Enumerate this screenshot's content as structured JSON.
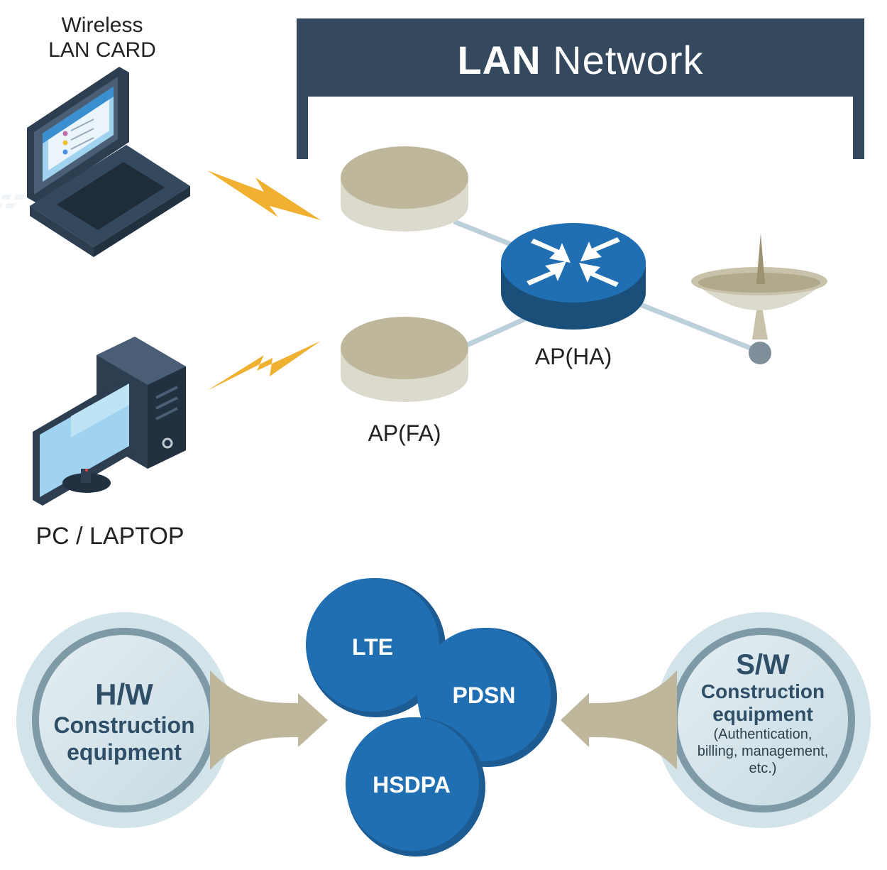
{
  "network": {
    "title_bold": "LAN",
    "title_rest": "Network"
  },
  "devices": {
    "laptop_label_line1": "Wireless",
    "laptop_label_line2": "LAN CARD",
    "pc_label": "PC / LAPTOP"
  },
  "access_points": {
    "fa_label": "AP(FA)",
    "ha_label": "AP(HA)"
  },
  "networks": [
    "LTE",
    "PDSN",
    "HSDPA"
  ],
  "hw": {
    "title": "H/W",
    "line1": "Construction",
    "line2": "equipment"
  },
  "sw": {
    "title": "S/W",
    "line1": "Construction",
    "line2": "equipment",
    "note1": "(Authentication,",
    "note2": "billing, management,",
    "note3": "etc.)"
  },
  "colors": {
    "navy": "#34495e",
    "blue": "#1f6fb2",
    "beige": "#bfb79c",
    "light_beige": "#dcdacd",
    "bolt": "#f0b030",
    "circle_light": "#d2e3ea",
    "circle_ring": "#7e9aa7"
  }
}
